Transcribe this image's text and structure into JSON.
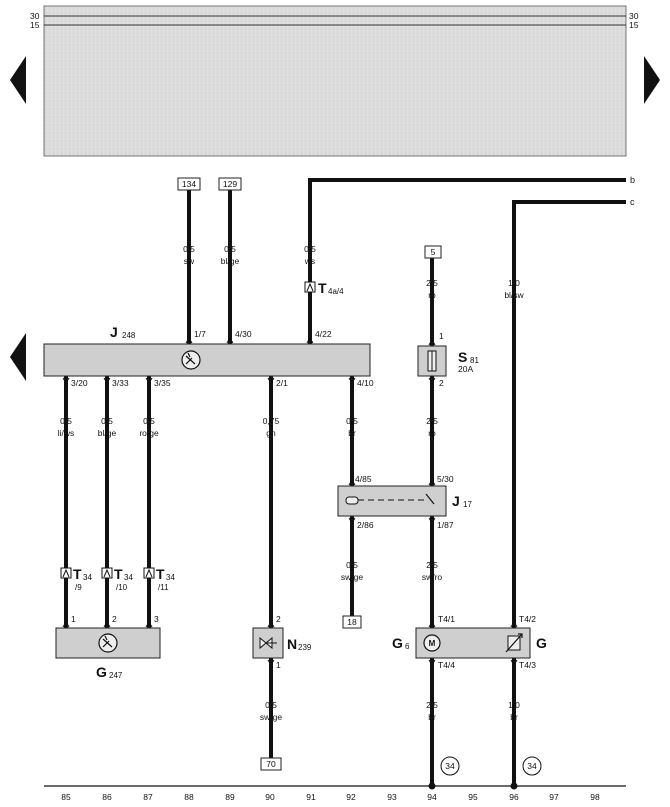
{
  "supply": {
    "left": [
      "30",
      "15"
    ],
    "right": [
      "30",
      "15"
    ]
  },
  "outputs": {
    "b": "b",
    "c": "c"
  },
  "references": [
    "134",
    "129",
    "5",
    "18",
    "70"
  ],
  "ground_marks": [
    "34",
    "34"
  ],
  "columns": [
    "85",
    "86",
    "87",
    "88",
    "89",
    "90",
    "91",
    "92",
    "93",
    "94",
    "95",
    "96",
    "97",
    "98"
  ],
  "components": {
    "J248": {
      "letter": "J",
      "num": "248"
    },
    "G247": {
      "letter": "G",
      "num": "247"
    },
    "N239": {
      "letter": "N",
      "num": "239"
    },
    "J17": {
      "letter": "J",
      "num": "17"
    },
    "S81": {
      "letter": "S",
      "num": "81",
      "rating": "20A"
    },
    "G6": {
      "letter": "G",
      "num": "6"
    },
    "G": {
      "letter": "G"
    }
  },
  "connector_labels": {
    "t4a": {
      "letter": "T",
      "sub": "4a/4"
    },
    "t34_9": {
      "letter": "T",
      "num": "34",
      "pin": "/9"
    },
    "t34_10": {
      "letter": "T",
      "num": "34",
      "pin": "/10"
    },
    "t34_11": {
      "letter": "T",
      "num": "34",
      "pin": "/11"
    }
  },
  "wire_labels": [
    {
      "size": "0,5",
      "color": "sw"
    },
    {
      "size": "0,5",
      "color": "bl/ge"
    },
    {
      "size": "0,5",
      "color": "ws"
    },
    {
      "size": "2,5",
      "color": "ro"
    },
    {
      "size": "1,0",
      "color": "bl/sw"
    },
    {
      "size": "0,5",
      "color": "li/ws"
    },
    {
      "size": "0,5",
      "color": "bl/ge"
    },
    {
      "size": "0,5",
      "color": "ro/ge"
    },
    {
      "size": "0,75",
      "color": "gn"
    },
    {
      "size": "0,5",
      "color": "br"
    },
    {
      "size": "2,5",
      "color": "ro"
    },
    {
      "size": "0,5",
      "color": "sw/ge"
    },
    {
      "size": "2,5",
      "color": "sw/ro"
    },
    {
      "size": "0,5",
      "color": "sw/ge"
    },
    {
      "size": "2,5",
      "color": "br"
    },
    {
      "size": "1,0",
      "color": "br"
    }
  ],
  "pins": {
    "j248_in": [
      "1/7",
      "4/30",
      "4/22"
    ],
    "j248_out": [
      "3/20",
      "3/33",
      "3/35",
      "2/1",
      "4/10"
    ],
    "s81": [
      "1",
      "2"
    ],
    "j17": [
      "4/85",
      "5/30",
      "2/86",
      "1/87"
    ],
    "g247": [
      "1",
      "2",
      "3"
    ],
    "n239": [
      "2",
      "1"
    ],
    "g6": [
      "T4/1",
      "T4/4"
    ],
    "g": [
      "T4/2",
      "T4/3"
    ]
  }
}
